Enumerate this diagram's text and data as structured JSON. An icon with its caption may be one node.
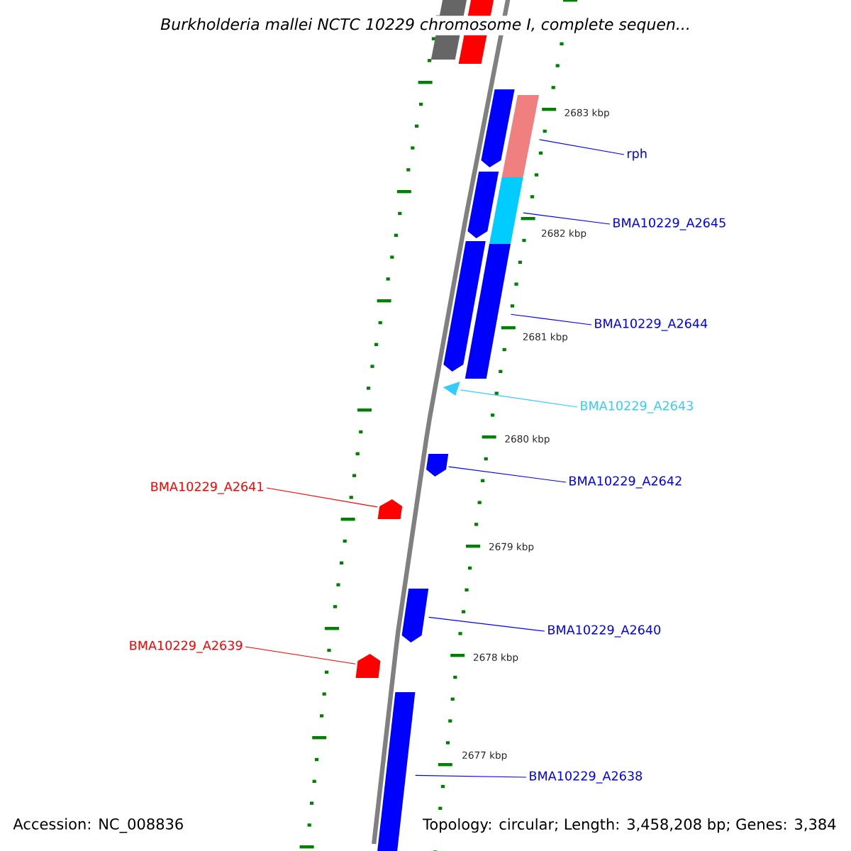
{
  "diagram": {
    "title": "Burkholderia mallei NCTC 10229 chromosome I, complete sequen...",
    "nodes": [
      {
        "text": [],
        "shape": "bar"
      },
      {
        "text": [],
        "shape": "bar"
      },
      {
        "text": [],
        "shape": "arrow"
      },
      {
        "text": [],
        "shape": "bar"
      },
      {
        "text": [],
        "shape": "arrow"
      },
      {
        "text": [],
        "shape": "bar"
      },
      {
        "text": [],
        "shape": "arrow"
      },
      {
        "text": [],
        "shape": "bar"
      },
      {
        "text": [],
        "shape": "triangle"
      },
      {
        "text": [],
        "shape": "arrow"
      },
      {
        "text": [],
        "shape": "arrow"
      },
      {
        "text": [],
        "shape": "arrow"
      },
      {
        "text": [],
        "shape": "arrow"
      },
      {
        "text": [],
        "shape": "bar"
      },
      {
        "text": [
          "rph"
        ]
      },
      {
        "text": [
          "BMA10229_A2645"
        ]
      },
      {
        "text": [
          "BMA10229_A2644"
        ]
      },
      {
        "text": [
          "BMA10229_A2643"
        ]
      },
      {
        "text": [
          "BMA10229_A2642"
        ]
      },
      {
        "text": [
          "BMA10229_A2641"
        ]
      },
      {
        "text": [
          "BMA10229_A2640"
        ]
      },
      {
        "text": [
          "BMA10229_A2639"
        ]
      },
      {
        "text": [
          "BMA10229_A2638"
        ]
      }
    ],
    "edges": [
      {
        "from": 14,
        "to": 3,
        "arrow": "none"
      },
      {
        "from": 15,
        "to": 5,
        "arrow": "none"
      },
      {
        "from": 16,
        "to": 7,
        "arrow": "none"
      },
      {
        "from": 17,
        "to": 8,
        "arrow": "none",
        "color": "#33ccff"
      },
      {
        "from": 18,
        "to": 9,
        "arrow": "none"
      },
      {
        "from": 19,
        "to": 10,
        "arrow": "none",
        "color": "#ff0000"
      },
      {
        "from": 20,
        "to": 11,
        "arrow": "none"
      },
      {
        "from": 21,
        "to": 12,
        "arrow": "none",
        "color": "#ff0000"
      },
      {
        "from": 22,
        "to": 13,
        "arrow": "none"
      }
    ],
    "labels": [
      "2683 kbp",
      "2682 kbp",
      "2681 kbp",
      "2680 kbp",
      "2679 kbp",
      "2678 kbp",
      "2677 kbp",
      "Accession: NC_008836",
      "Topology: circular; Length: 3,458,208 bp; Genes: 3,384"
    ]
  }
}
